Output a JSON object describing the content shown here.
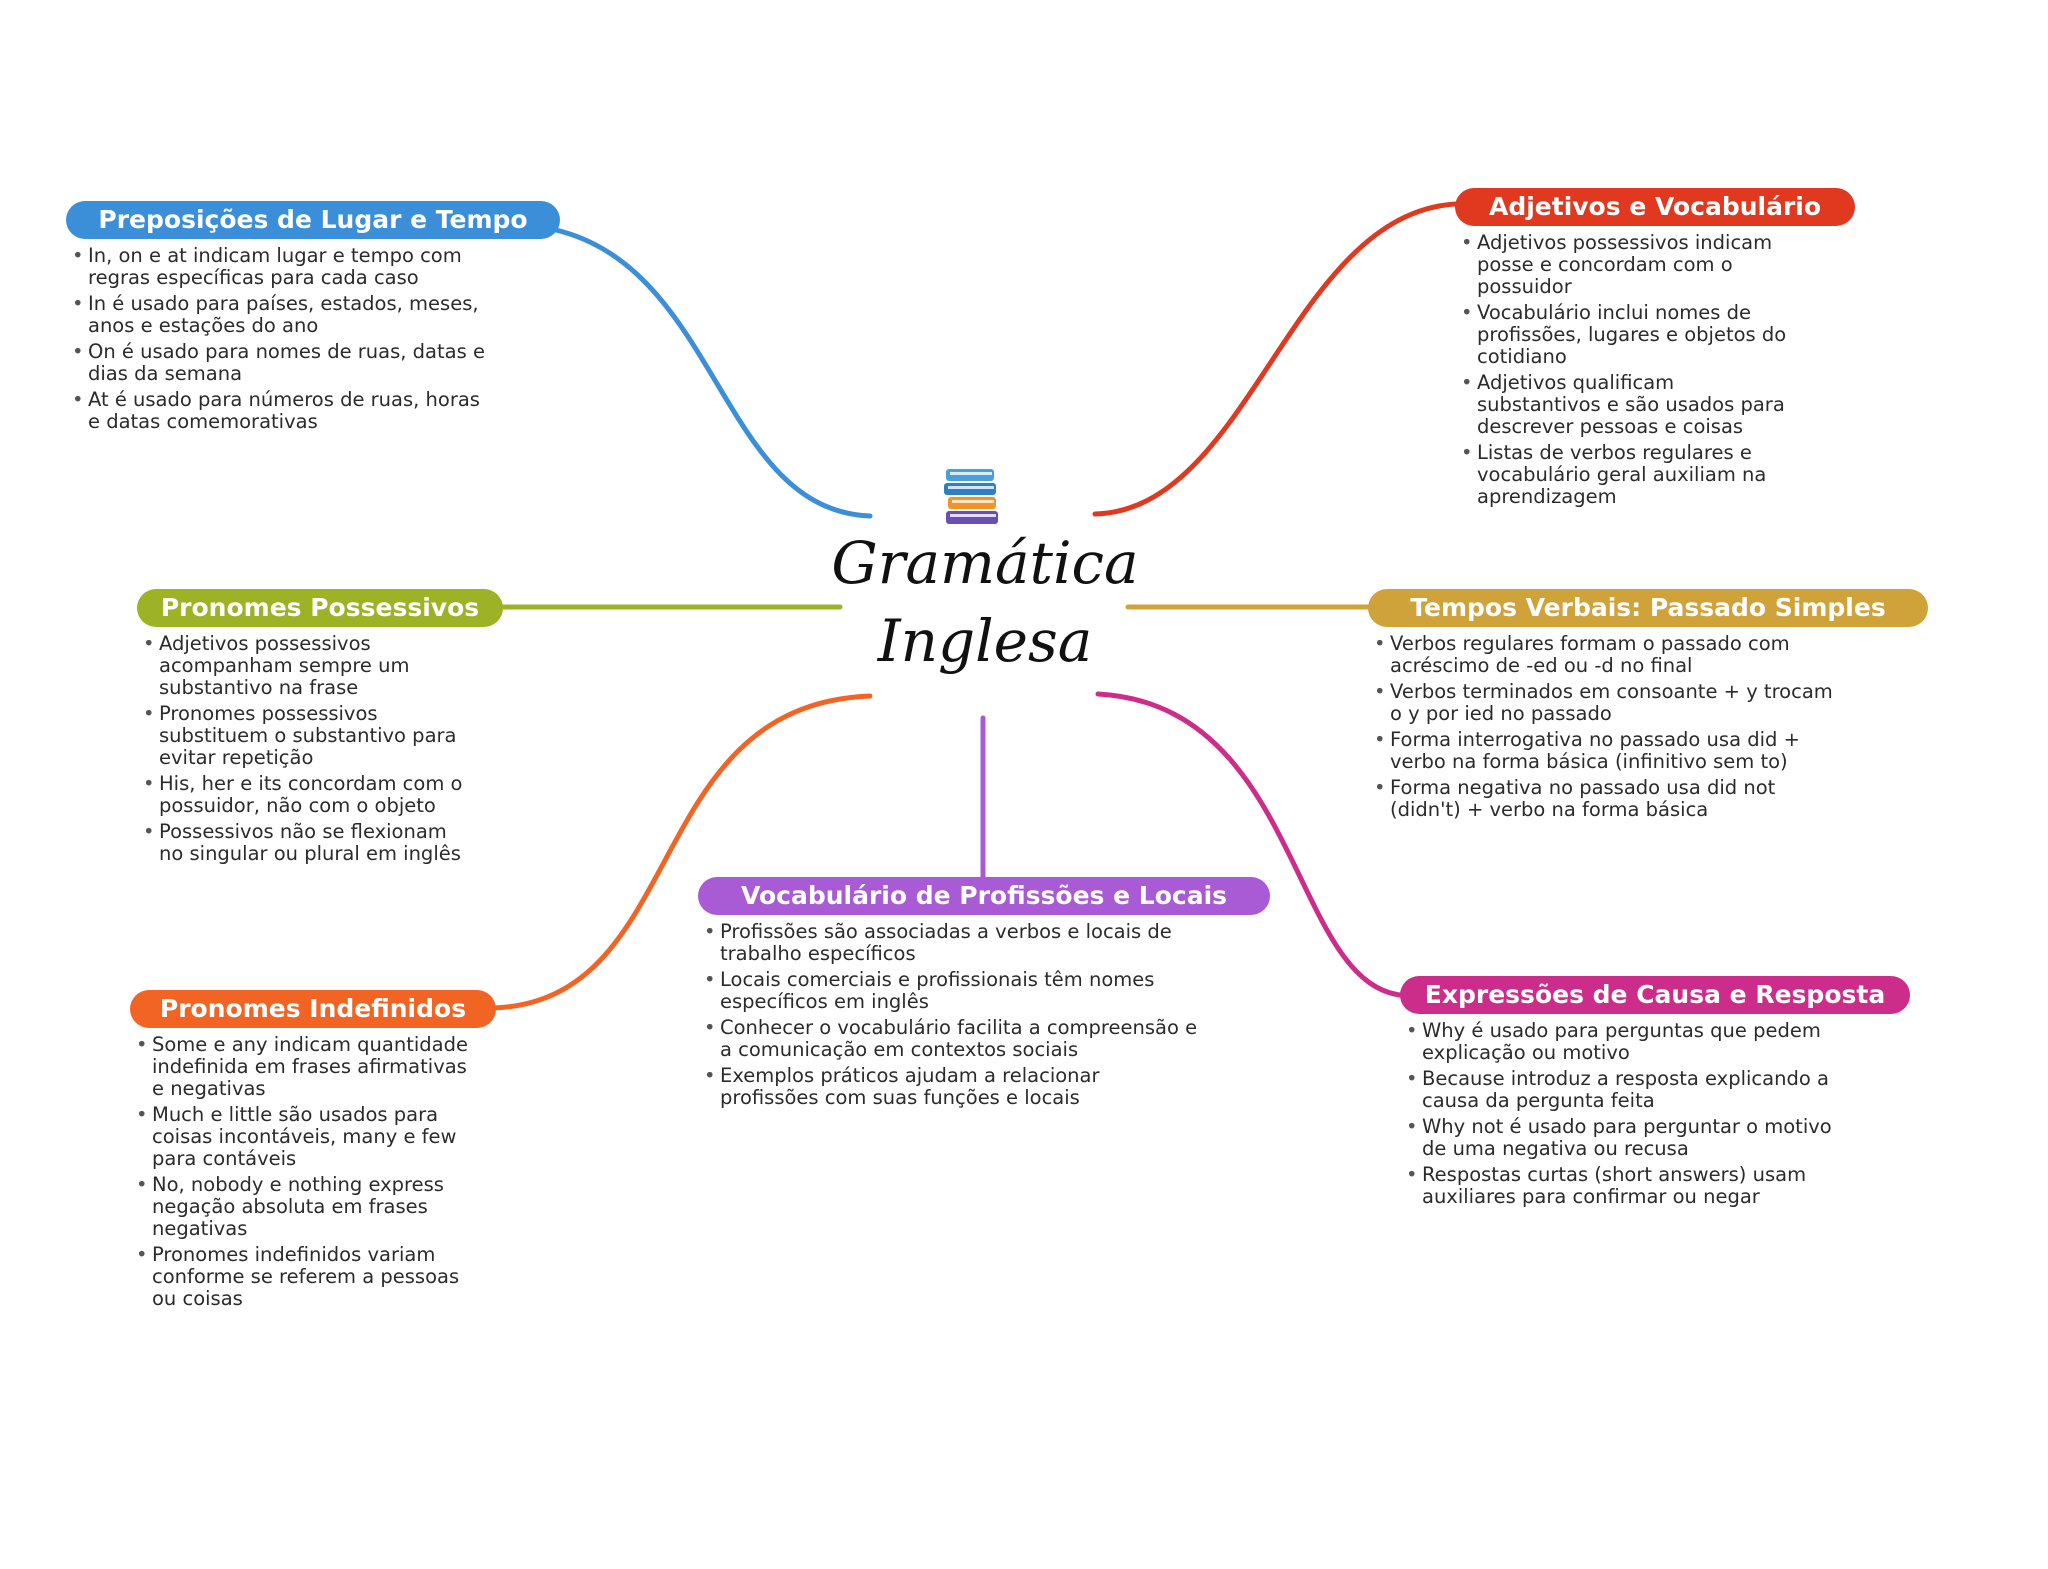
{
  "central": {
    "title_line1": "Gramática",
    "title_line2": "Inglesa",
    "icon": "books-icon"
  },
  "branches": [
    {
      "key": "preposicoes",
      "title": "Preposições de Lugar e Tempo",
      "color": "#3b8fd9",
      "items": [
        "In, on e at indicam lugar e tempo com regras específicas para cada caso",
        "In é usado para países, estados, meses, anos e estações do ano",
        "On é usado para nomes de ruas, datas e dias da semana",
        "At é usado para números de ruas, horas e datas comemorativas"
      ]
    },
    {
      "key": "adjetivos",
      "title": "Adjetivos e Vocabulário",
      "color": "#e0391f",
      "items": [
        "Adjetivos possessivos indicam posse e concordam com o possuidor",
        "Vocabulário inclui nomes de profissões, lugares e objetos do cotidiano",
        "Adjetivos qualificam substantivos e são usados para descrever pessoas e coisas",
        "Listas de verbos regulares e vocabulário geral auxiliam na aprendizagem"
      ]
    },
    {
      "key": "pronomes-possessivos",
      "title": "Pronomes Possessivos",
      "color": "#9eb226",
      "items": [
        "Adjetivos possessivos acompanham sempre um substantivo na frase",
        "Pronomes possessivos substituem o substantivo para evitar repetição",
        "His, her e its concordam com o possuidor, não com o objeto",
        "Possessivos não se flexionam no singular ou plural em inglês"
      ]
    },
    {
      "key": "tempos-verbais",
      "title": "Tempos Verbais: Passado Simples",
      "color": "#d0a23a",
      "items": [
        "Verbos regulares formam o passado com acréscimo de -ed ou -d no final",
        "Verbos terminados em consoante + y trocam o y por ied no passado",
        "Forma interrogativa no passado usa did + verbo na forma básica (infinitivo sem to)",
        "Forma negativa no passado usa did not (didn't) + verbo na forma básica"
      ]
    },
    {
      "key": "vocabulario-profissoes",
      "title": "Vocabulário de Profissões e Locais",
      "color": "#a95bd6",
      "items": [
        "Profissões são associadas a verbos e locais de trabalho específicos",
        "Locais comerciais e profissionais têm nomes específicos em inglês",
        "Conhecer o vocabulário facilita a compreensão e a comunicação em contextos sociais",
        "Exemplos práticos ajudam a relacionar profissões com suas funções e locais"
      ]
    },
    {
      "key": "pronomes-indefinidos",
      "title": "Pronomes Indefinidos",
      "color": "#f26424",
      "items": [
        "Some e any indicam quantidade indefinida em frases afirmativas e negativas",
        "Much e little são usados para coisas incontáveis, many e few para contáveis",
        "No, nobody e nothing express negação absoluta em frases negativas",
        "Pronomes indefinidos variam conforme se referem a pessoas ou coisas"
      ]
    },
    {
      "key": "expressoes",
      "title": "Expressões de Causa e Resposta",
      "color": "#cc2d8a",
      "items": [
        "Why é usado para perguntas que pedem explicação ou motivo",
        "Because introduz a resposta explicando a causa da pergunta feita",
        "Why not é usado para perguntar o motivo de uma negativa ou recusa",
        "Respostas curtas (short answers) usam auxiliares para confirmar ou negar"
      ]
    }
  ]
}
